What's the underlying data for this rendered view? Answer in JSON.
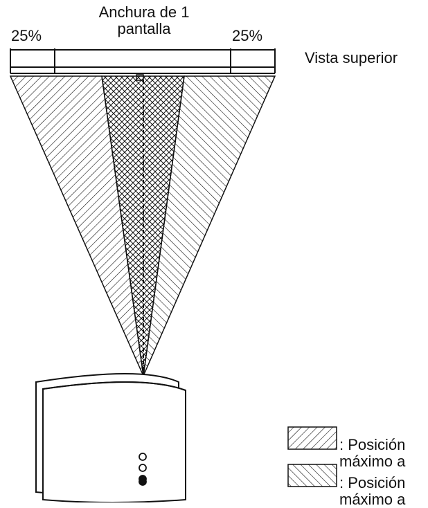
{
  "diagram": {
    "screen_width_title_line1": "Anchura de 1",
    "screen_width_title_line2": "pantalla",
    "left_percentage": "25%",
    "right_percentage": "25%",
    "view_label": "Vista superior",
    "legend": [
      {
        "line1": ": Posición",
        "line2": "máximo a"
      },
      {
        "line1": ": Posición",
        "line2": "máximo a"
      }
    ],
    "colors": {
      "line": "#111111",
      "fill": "#ffffff"
    },
    "icons": [
      "projector-icon",
      "indicator-light-icon"
    ]
  }
}
